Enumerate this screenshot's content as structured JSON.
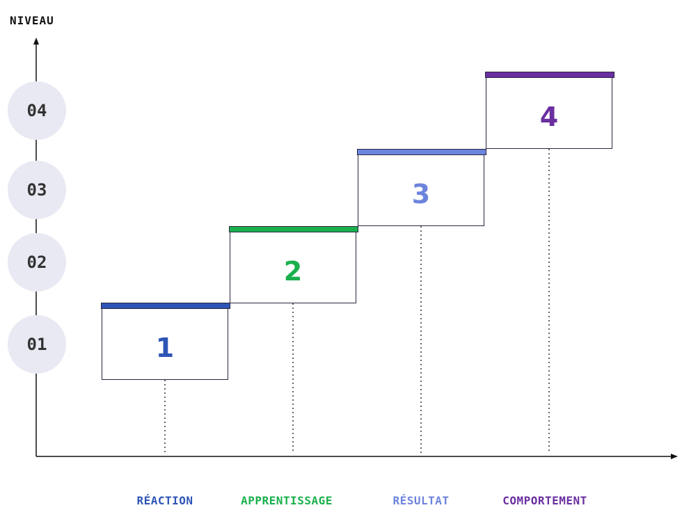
{
  "axis": {
    "y_title": "NIVEAU"
  },
  "levels": [
    "01",
    "02",
    "03",
    "04"
  ],
  "steps": [
    {
      "number": "1",
      "color": "#2e55b6",
      "label": "RÉACTION"
    },
    {
      "number": "2",
      "color": "#19b04c",
      "label": "APPRENTISSAGE"
    },
    {
      "number": "3",
      "color": "#6d84dc",
      "label": "RÉSULTAT"
    },
    {
      "number": "4",
      "color": "#6a2fa0",
      "label": "COMPORTEMENT"
    }
  ]
}
